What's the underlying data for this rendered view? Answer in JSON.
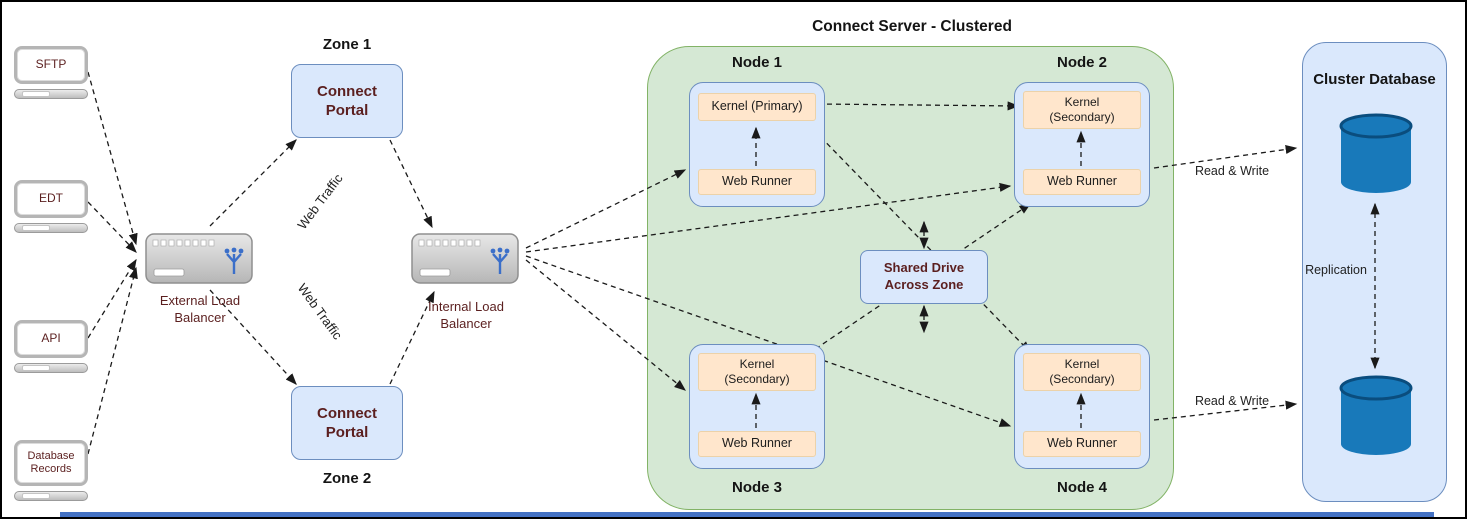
{
  "title": "Connect Server - Clustered",
  "sources": [
    {
      "label": "SFTP"
    },
    {
      "label": "EDT"
    },
    {
      "label": "API"
    },
    {
      "label": "Database Records"
    }
  ],
  "load_balancers": {
    "external_label": "External Load Balancer",
    "internal_label": "Internal Load Balancer"
  },
  "zones": {
    "zone1_label": "Zone 1",
    "zone2_label": "Zone 2",
    "portal_label": "Connect Portal",
    "web_traffic_label": "Web Traffic"
  },
  "cluster": {
    "shared_drive_label": "Shared Drive Across Zone",
    "nodes": [
      {
        "name": "Node 1",
        "kernel": "Kernel (Primary)",
        "web_runner": "Web Runner"
      },
      {
        "name": "Node 2",
        "kernel": "Kernel (Secondary)",
        "web_runner": "Web Runner"
      },
      {
        "name": "Node 3",
        "kernel": "Kernel (Secondary)",
        "web_runner": "Web Runner"
      },
      {
        "name": "Node 4",
        "kernel": "Kernel (Secondary)",
        "web_runner": "Web Runner"
      }
    ]
  },
  "database": {
    "title": "Cluster Database",
    "replication_label": "Replication",
    "read_write_label": "Read & Write"
  },
  "colors": {
    "node_fill": "#dae8fc",
    "node_border": "#6c8ebf",
    "cluster_fill": "#d5e8d4",
    "cluster_border": "#82b366",
    "component_fill": "#ffe6cc",
    "component_border": "#ecd2a9",
    "db_cylinder": "#1879ba",
    "db_cylinder_rim": "#0a4d7e",
    "label_maroon": "#5b1f1f",
    "scrollbar": "#4472c4",
    "arrow": "#1a1a1a"
  }
}
